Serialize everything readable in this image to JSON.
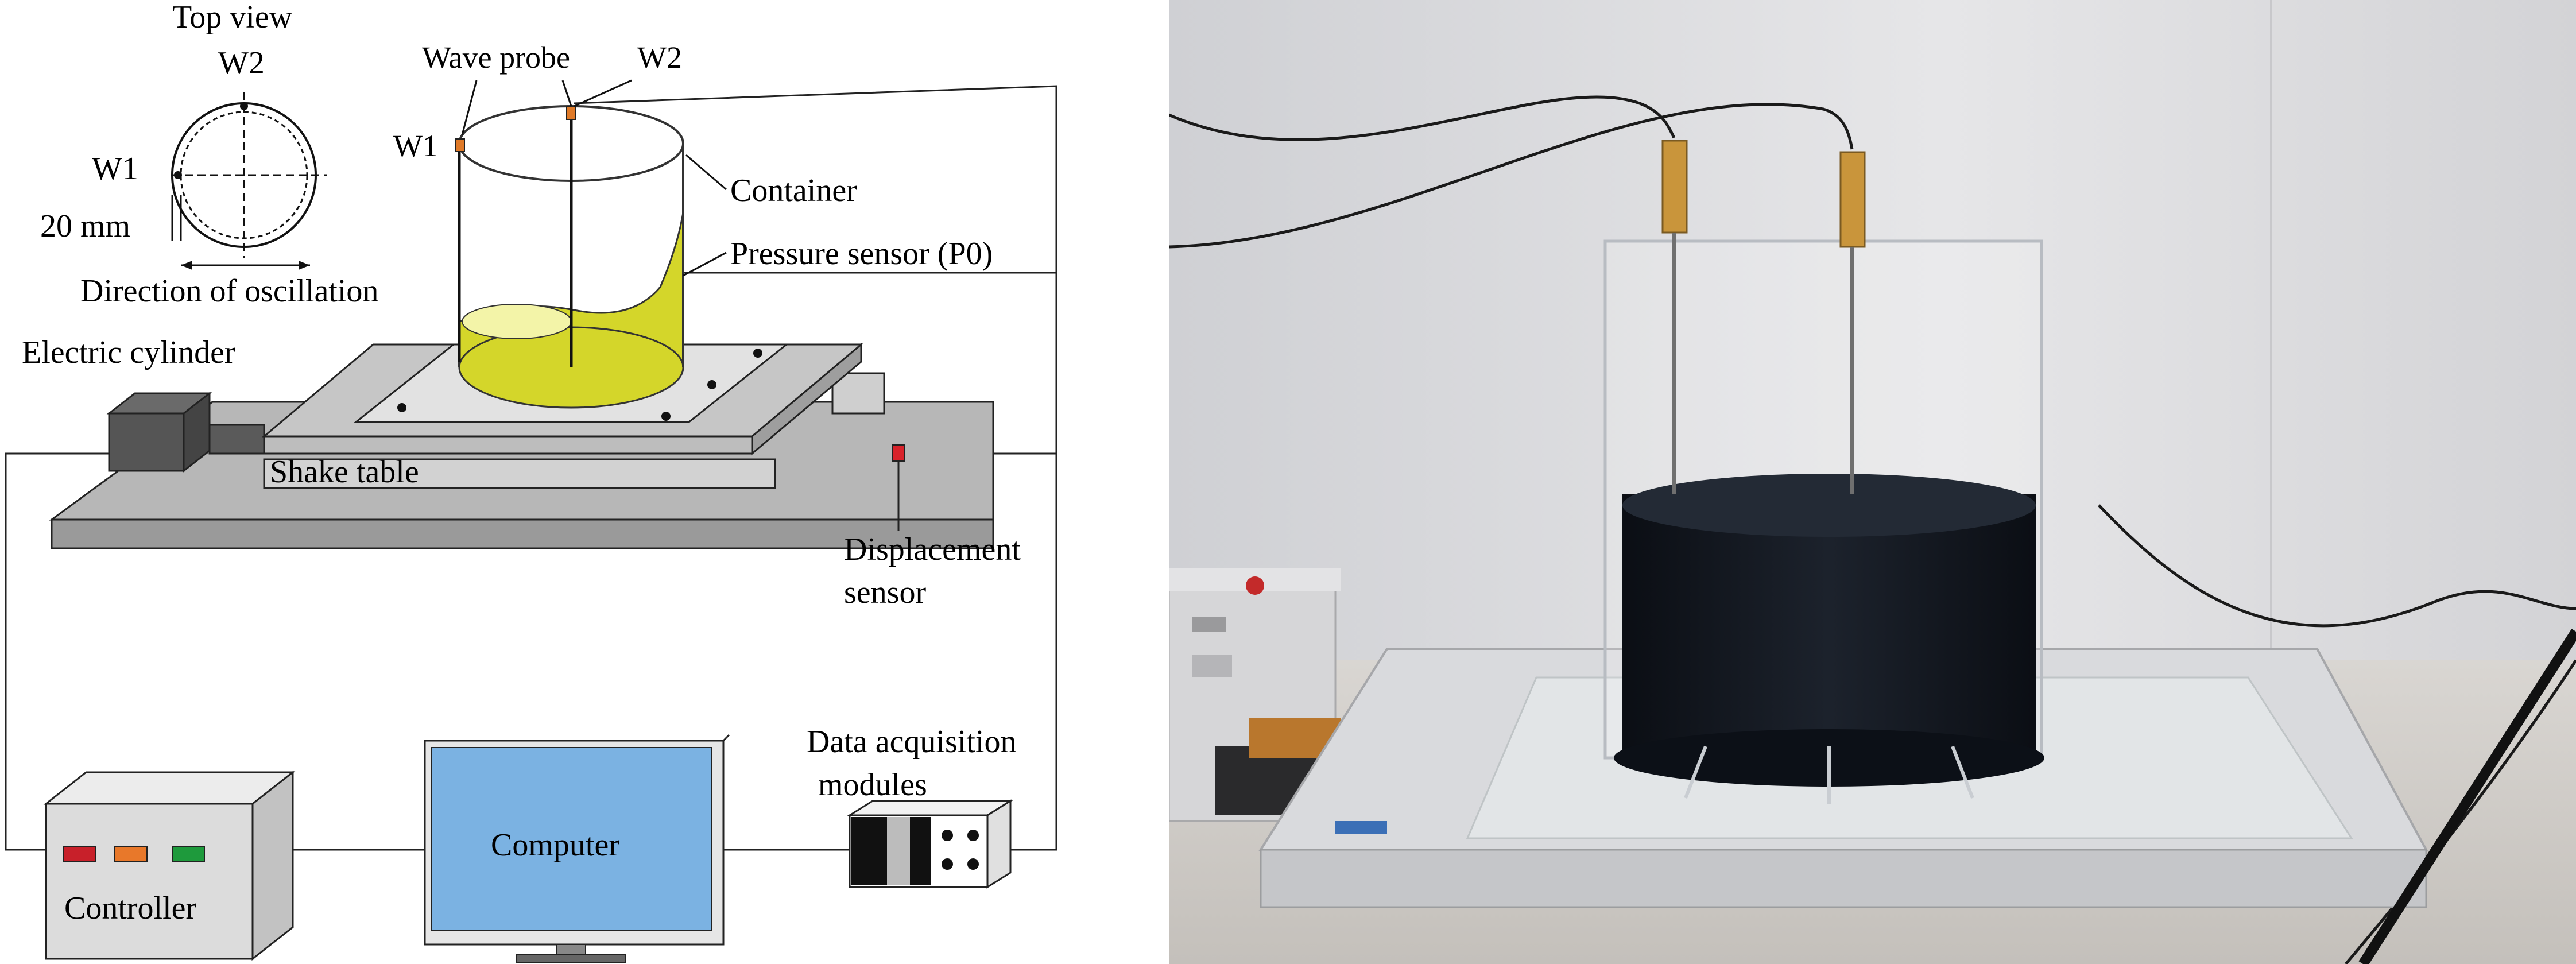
{
  "diagram": {
    "top_view": {
      "title": "Top view",
      "w1": "W1",
      "w2": "W2",
      "gap": "20 mm",
      "direction": "Direction of oscillation"
    },
    "labels": {
      "wave_probe": "Wave probe",
      "w2": "W2",
      "w1": "W1",
      "container": "Container",
      "pressure_sensor": "Pressure sensor (P0)",
      "electric_cylinder": "Electric cylinder",
      "shake_table": "Shake table",
      "displacement_sensor_line1": "Displacement",
      "displacement_sensor_line2": "sensor",
      "daq_line1": "Data acquisition",
      "daq_line2": "modules",
      "controller": "Controller",
      "computer": "Computer"
    },
    "colors": {
      "liquid": "#d4d62a",
      "liquid_light": "#f3f4a8",
      "computer_screen": "#7bb2e2",
      "sensor_orange": "#e07a28",
      "sensor_red": "#d8222a",
      "button_red": "#c8202a",
      "button_orange": "#e8782a",
      "button_green": "#1e9a3c"
    }
  },
  "photo": {
    "description_only_visual": true,
    "colors": {
      "wall": "#e6e6e8",
      "liquid": "#151a22",
      "probe": "#c9953b",
      "table": "#d9dadd"
    }
  }
}
